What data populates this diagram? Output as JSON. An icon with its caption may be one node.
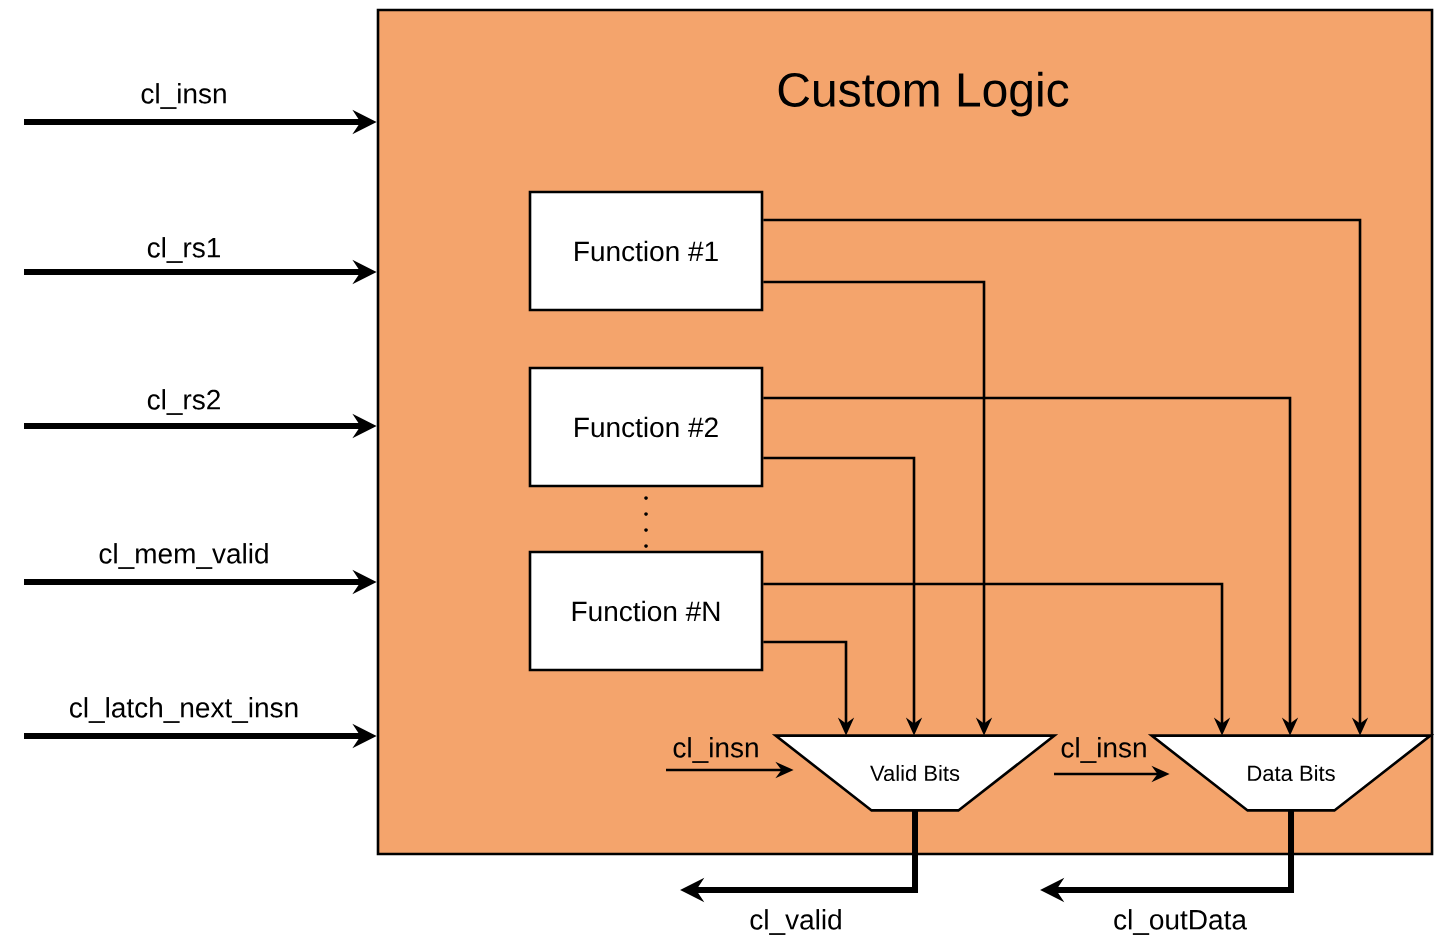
{
  "diagram": {
    "nodes": [
      {
        "text": [
          "Custom Logic"
        ]
      },
      {
        "text": [
          "Function #1"
        ],
        "in": 0
      },
      {
        "text": [
          "Function #2"
        ],
        "in": 0
      },
      {
        "text": [
          "Function #N"
        ],
        "in": 0
      },
      {
        "text": [
          "Valid Bits"
        ],
        "in": 0
      },
      {
        "text": [
          "Data Bits"
        ],
        "in": 0
      }
    ],
    "edges": [
      {
        "from": null,
        "to": 0,
        "arrow": "to",
        "label": "cl_insn",
        "style": "thick"
      },
      {
        "from": null,
        "to": 0,
        "arrow": "to",
        "label": "cl_rs1",
        "style": "thick"
      },
      {
        "from": null,
        "to": 0,
        "arrow": "to",
        "label": "cl_rs2",
        "style": "thick"
      },
      {
        "from": null,
        "to": 0,
        "arrow": "to",
        "label": "cl_mem_valid",
        "style": "thick"
      },
      {
        "from": null,
        "to": 0,
        "arrow": "to",
        "label": "cl_latch_next_insn",
        "style": "thick"
      },
      {
        "from": 1,
        "to": 5,
        "arrow": "to"
      },
      {
        "from": 1,
        "to": 4,
        "arrow": "to"
      },
      {
        "from": 2,
        "to": 5,
        "arrow": "to"
      },
      {
        "from": 2,
        "to": 4,
        "arrow": "to"
      },
      {
        "from": 3,
        "to": 5,
        "arrow": "to"
      },
      {
        "from": 3,
        "to": 4,
        "arrow": "to"
      },
      {
        "from": null,
        "to": 4,
        "arrow": "to",
        "label": "cl_insn"
      },
      {
        "from": null,
        "to": 5,
        "arrow": "to",
        "label": "cl_insn"
      },
      {
        "from": 4,
        "to": null,
        "arrow": "to",
        "label": "cl_valid",
        "style": "thick"
      },
      {
        "from": 5,
        "to": null,
        "arrow": "to",
        "label": "cl_outData",
        "style": "thick"
      }
    ]
  }
}
